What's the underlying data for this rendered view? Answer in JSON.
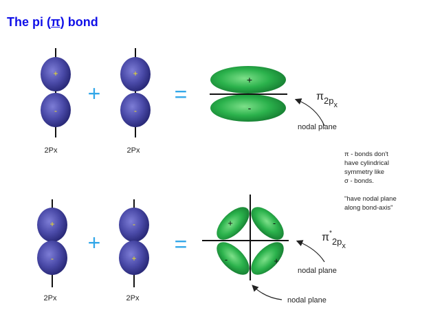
{
  "title": {
    "prefix": "The pi (",
    "symbol": "π",
    "suffix": ") bond"
  },
  "row1": {
    "orbital1": {
      "label": "2Px",
      "top_sign": "+",
      "bottom_sign": "-"
    },
    "orbital2": {
      "label": "2Px",
      "top_sign": "+",
      "bottom_sign": "-"
    },
    "plus": "+",
    "equals": "=",
    "result": {
      "top_sign": "+",
      "bottom_sign": "-",
      "name_main": "π",
      "name_sub": "2p",
      "name_subsub": "x",
      "nodal_label": "nodal plane"
    }
  },
  "row2": {
    "orbital1": {
      "label": "2Px",
      "top_sign": "+",
      "bottom_sign": "-"
    },
    "orbital2": {
      "label": "2Px",
      "top_sign": "-",
      "bottom_sign": "+"
    },
    "plus": "+",
    "equals": "=",
    "result": {
      "lobe_signs": {
        "top_left": "+",
        "top_right": "-",
        "bottom_left": "-",
        "bottom_right": "+"
      },
      "name_main": "π",
      "name_star": "*",
      "name_sub": "2p",
      "name_subsub": "x",
      "nodal_label_1": "nodal plane",
      "nodal_label_2": "nodal plane"
    }
  },
  "notes": {
    "line1": "π - bonds don't",
    "line2": "have cylindrical",
    "line3": "symmetry like",
    "line4": "σ  - bonds.",
    "line5": "\"have nodal plane",
    "line6": "along bond-axis\""
  },
  "colors": {
    "title": "#1010e8",
    "p_orbital": "#4a4aa8",
    "pi_lobe": "#2bb24c",
    "operator": "#33a7e8",
    "sign_on_p": "#f0e020"
  }
}
